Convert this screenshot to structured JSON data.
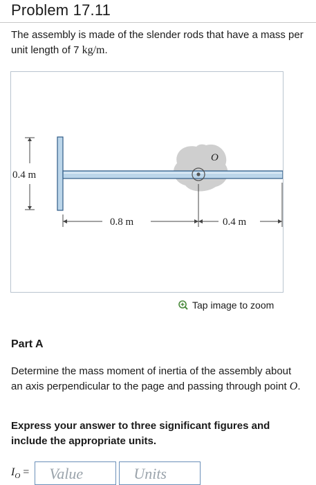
{
  "problem": {
    "title": "Problem 17.11"
  },
  "intro": {
    "text": "The assembly is made of the slender rods that have a mass per unit length of 7",
    "unit": "kg/m",
    "end": "."
  },
  "figure": {
    "label_height": "0.4 m",
    "label_left": "0.8 m",
    "label_right": "0.4 m",
    "label_point": "O"
  },
  "zoom": {
    "label": "Tap image to zoom"
  },
  "partA": {
    "heading": "Part A",
    "question": "Determine the mass moment of inertia of the assembly about an axis perpendicular to the page and passing through point",
    "point": "O",
    "end": ".",
    "instruction": "Express your answer to three significant figures and include the appropriate units."
  },
  "answer": {
    "symbol": "I",
    "subscript": "O",
    "equals": "=",
    "value_placeholder": "Value",
    "units_placeholder": "Units"
  }
}
